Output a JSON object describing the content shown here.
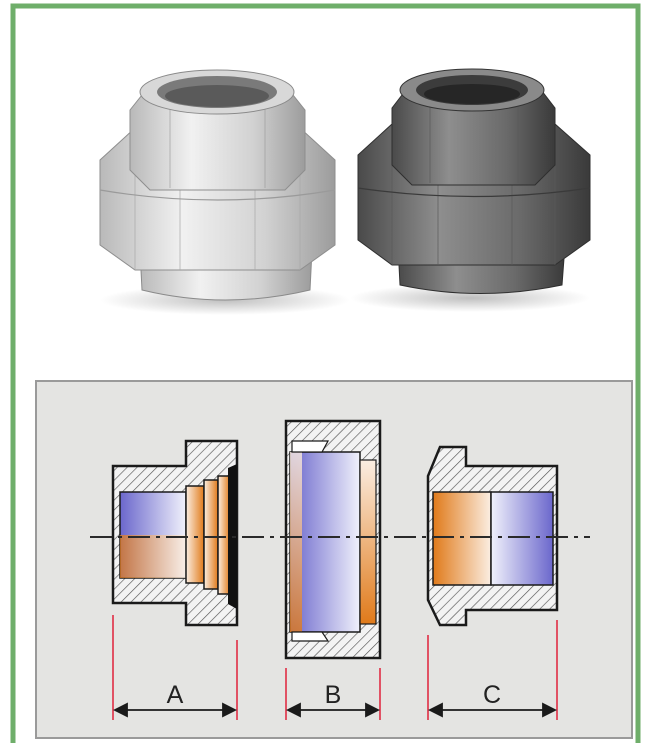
{
  "photo": {
    "items": [
      {
        "finish": "galvanized"
      },
      {
        "finish": "black"
      }
    ]
  },
  "diagram": {
    "parts": [
      {
        "label": "A"
      },
      {
        "label": "B"
      },
      {
        "label": "C"
      }
    ]
  },
  "colors": {
    "frame": "#6fae6a",
    "panel": "#e4e4e2",
    "outline": "#1a1a1a",
    "blue_light": "#f0f1fb",
    "blue_dark": "#6b67cc",
    "orange_light": "#fbeee2",
    "orange_dark": "#e07a1a",
    "dimension": "#e0223a"
  }
}
